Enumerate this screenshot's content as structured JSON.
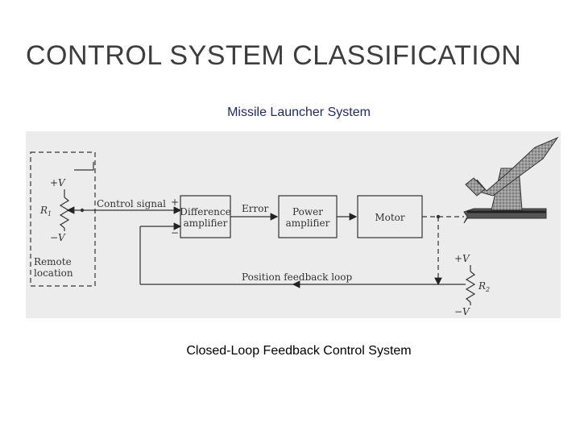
{
  "slide": {
    "title": "CONTROL SYSTEM CLASSIFICATION",
    "subtitle": "Missile Launcher System",
    "caption": "Closed-Loop Feedback Control System"
  },
  "diagram": {
    "remote_box": {
      "label_line1": "Remote",
      "label_line2": "location",
      "plus_v": "+V",
      "minus_v": "−V",
      "resistor": "R",
      "resistor_sub": "1"
    },
    "control_signal": "Control signal",
    "plus_sign": "+",
    "minus_sign": "−",
    "difference_amplifier": {
      "line1": "Difference",
      "line2": "amplifier"
    },
    "error": "Error",
    "power_amplifier": {
      "line1": "Power",
      "line2": "amplifier"
    },
    "motor": "Motor",
    "feedback": "Position feedback loop",
    "sensor": {
      "plus_v": "+V",
      "minus_v": "−V",
      "resistor": "R",
      "resistor_sub": "2"
    }
  }
}
